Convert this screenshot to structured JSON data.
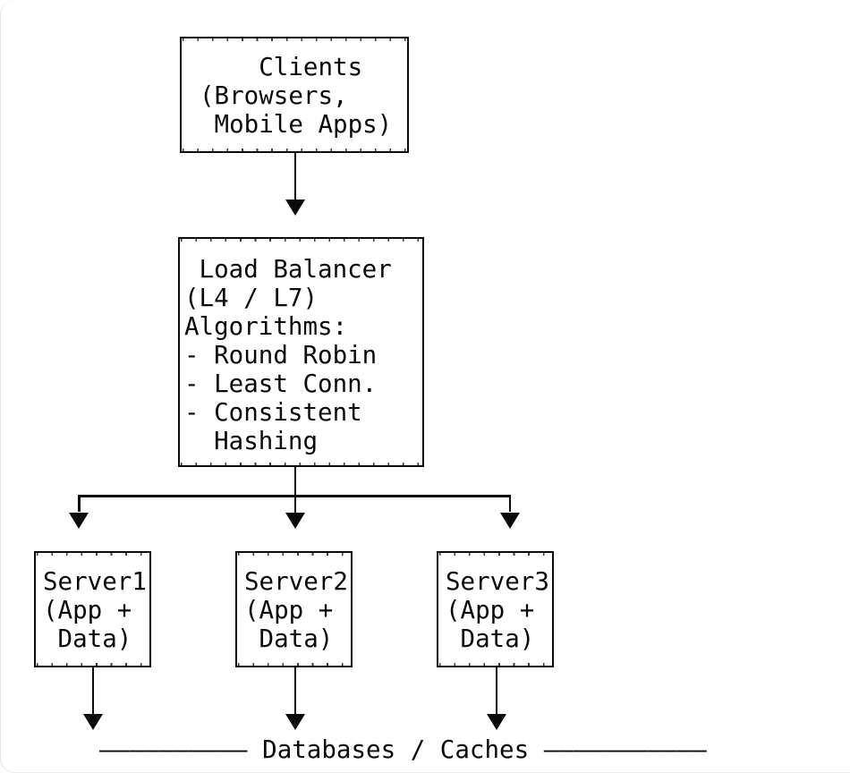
{
  "colors": {
    "ink": "#0a0a0a",
    "background": "#ffffff",
    "card_border": "#e2e2e2"
  },
  "icons": {
    "arrowhead_down": "▼"
  },
  "boxes": {
    "clients": "    Clients\n(Browsers,\n Mobile Apps)",
    "load_balancer": " Load Balancer\n(L4 / L7)\nAlgorithms:\n- Round Robin\n- Least Conn.\n- Consistent\n  Hashing",
    "servers": [
      {
        "text": "Server1\n(App +\n Data)"
      },
      {
        "text": "Server2\n(App +\n Data)"
      },
      {
        "text": "Server3\n(App +\n Data)"
      }
    ]
  },
  "footer": {
    "left_dashes": "——————————",
    "label": " Databases / Caches ",
    "right_dashes": "———————————"
  }
}
